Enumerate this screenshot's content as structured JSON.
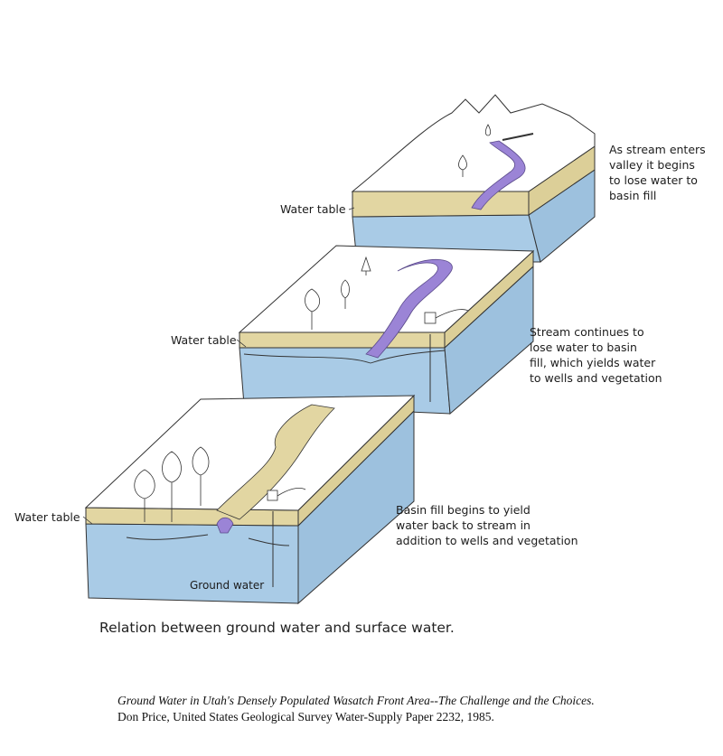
{
  "labels": {
    "water_table": "Water table",
    "ground_water": "Ground water"
  },
  "notes": {
    "top": "As stream enters\nvalley it begins\nto lose water to\nbasin fill",
    "middle": "Stream continues to\nlose water to basin\nfill, which yields water\nto wells and vegetation",
    "bottom": "Basin fill begins to yield\nwater back to stream in\naddition to wells and vegetation"
  },
  "caption": "Relation between ground water and surface water.",
  "citation": {
    "title": "Ground Water in Utah's Densely Populated Wasatch Front Area--The Challenge and the Choices.",
    "source": "Don Price, United States Geological Survey Water-Supply Paper 2232, 1985."
  },
  "colors": {
    "surface": "#ffffff",
    "basin_fill": "#e2d6a2",
    "ground_water": "#a9cbe6",
    "stream": "#9b84d6",
    "line": "#333333"
  }
}
